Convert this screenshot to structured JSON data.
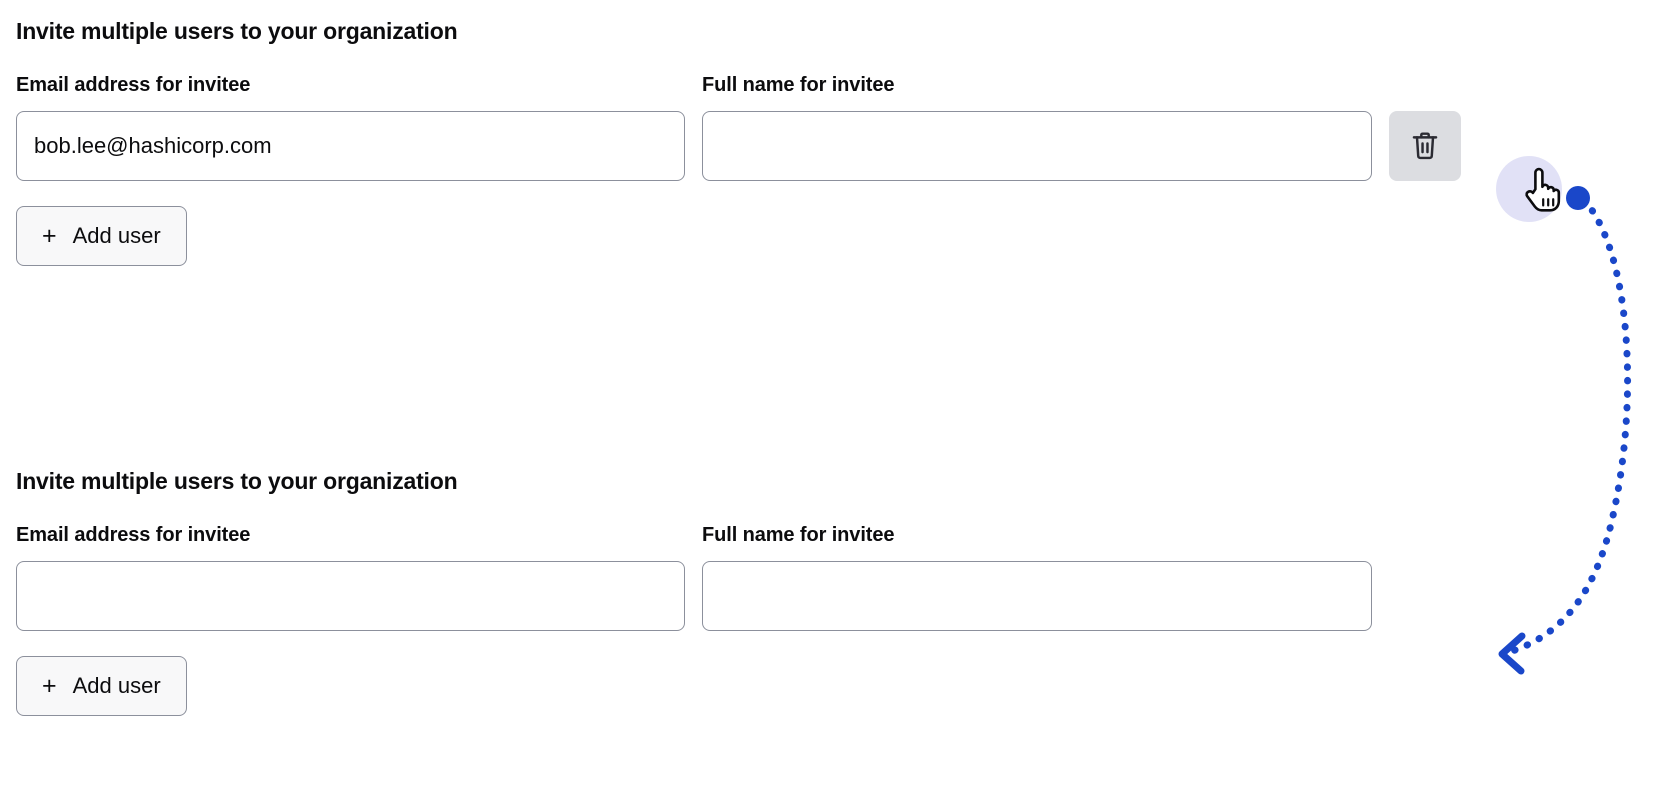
{
  "theme": {
    "accent": "#1a47c9",
    "text": "#0c0c0e",
    "border": "#8c909c",
    "button_bg": "#f8f8f9",
    "delete_bg": "#dcdde1",
    "cursor_halo": "#c9c9ee",
    "input_bg": "#ffffff",
    "page_bg": "#ffffff"
  },
  "sections": [
    {
      "title": "Invite multiple users to your organization",
      "email_label": "Email address for invitee",
      "email_value": "bob.lee@hashicorp.com",
      "email_placeholder": "",
      "name_label": "Full name for invitee",
      "name_value": "",
      "name_placeholder": "",
      "add_user_label": "Add user",
      "plus_glyph": "+",
      "has_delete_button": true,
      "delete_icon": "trash-icon"
    },
    {
      "title": "Invite multiple users to your organization",
      "email_label": "Email address for invitee",
      "email_value": "",
      "email_placeholder": "",
      "name_label": "Full name for invitee",
      "name_value": "",
      "name_placeholder": "",
      "add_user_label": "Add user",
      "plus_glyph": "+",
      "has_delete_button": false,
      "delete_icon": ""
    }
  ],
  "annotation": {
    "cursor_icon": "pointing-hand-cursor",
    "click_marker_icon": "blue-dot-marker",
    "arrow_icon": "curved-arrow",
    "arrow_color": "#1a47c9",
    "arrow_style": "dotted",
    "arrow_points_to": "result-after-delete"
  }
}
